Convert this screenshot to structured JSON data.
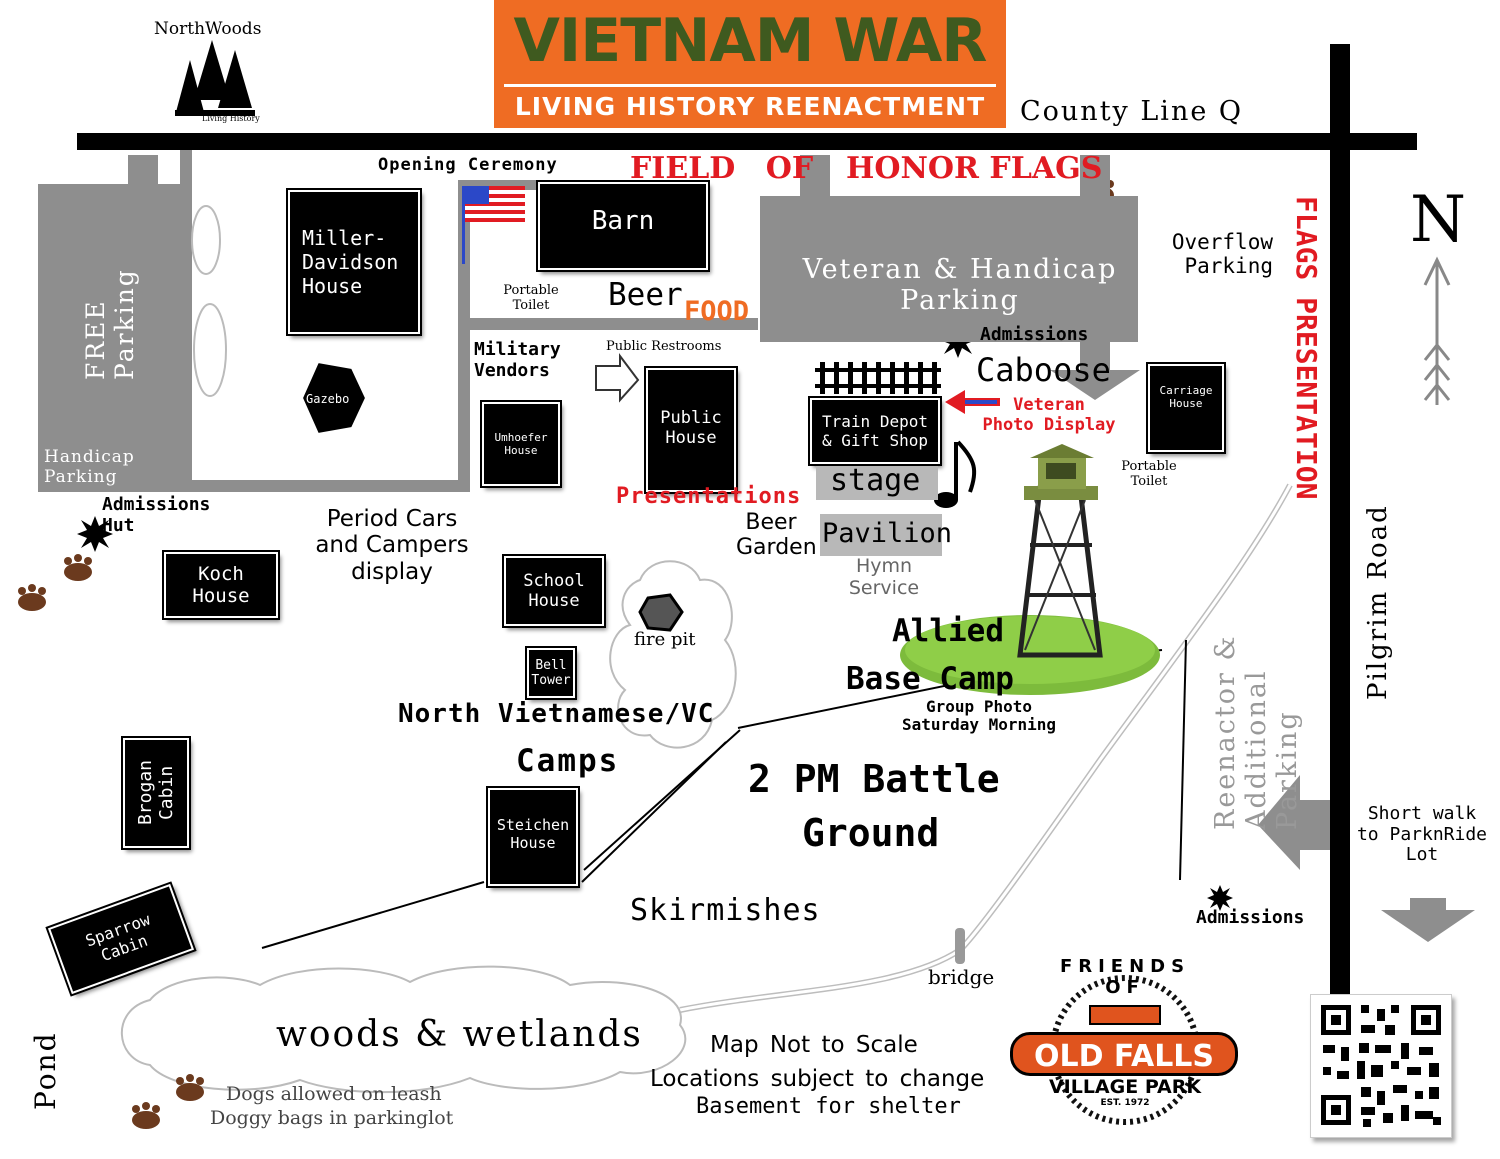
{
  "header": {
    "org_logo": "NorthWoods",
    "org_logo_sub": "Living History",
    "banner_title": "VIETNAM WAR",
    "banner_subtitle": "LIVING HISTORY REENACTMENT",
    "banner_color": "#ef6c23",
    "banner_title_color": "#3f5a1f"
  },
  "roads": {
    "county_line": "County Line Q",
    "pilgrim_road": "Pilgrim Road",
    "north": "N"
  },
  "parking": {
    "free_parking": "FREE Parking",
    "handicap_parking": "Handicap Parking",
    "veteran_parking": "Veteran & Handicap Parking",
    "overflow_parking": "Overflow Parking",
    "reenactor_parking": "Reenactor & Additional Parking",
    "short_walk": "Short walk to ParknRide Lot"
  },
  "buildings": {
    "miller_davidson": "Miller-\nDavidson\nHouse",
    "barn": "Barn",
    "gazebo": "Gazebo",
    "umhoefer": "Umhoefer\nHouse",
    "public_house": "Public\nHouse",
    "train_depot": "Train Depot\n& Gift Shop",
    "carriage_house": "Carriage\nHouse",
    "koch_house": "Koch\nHouse",
    "school_house": "School\nHouse",
    "bell_tower": "Bell\nTower",
    "brogan_cabin": "Brogan\nCabin",
    "steichen_house": "Steichen\nHouse",
    "sparrow_cabin": "Sparrow\nCabin"
  },
  "labels": {
    "opening_ceremony": "Opening Ceremony",
    "field_of": "FIELD OF",
    "honor_flags": "HONOR FLAGS",
    "flags_presentation": "FLAGS PRESENTATION",
    "portable_toilet_1": "Portable\nToilet",
    "portable_toilet_2": "Portable\nToilet",
    "beer": "Beer",
    "food": "FOOD",
    "admissions_1": "Admissions",
    "admissions_hut": "Admissions\nHut",
    "admissions_2": "Admissions",
    "military_vendors": "Military\nVendors",
    "public_restrooms": "Public Restrooms",
    "caboose": "Caboose",
    "veteran_photo": "Veteran\nPhoto Display",
    "stage": "stage",
    "presentations": "Presentations",
    "beer_garden": "Beer\nGarden",
    "pavilion": "Pavilion",
    "hymn_service": "Hymn\nService",
    "period_cars": "Period Cars\nand Campers\ndisplay",
    "fire_pit": "fire pit",
    "allied_1": "Allied",
    "allied_2": "Base Camp",
    "group_photo": "Group Photo\nSaturday Morning",
    "nv_camps_1": "North Vietnamese/VC",
    "nv_camps_2": "Camps",
    "battle_1": "2 PM Battle",
    "battle_2": "Ground",
    "skirmishes": "Skirmishes",
    "bridge": "bridge",
    "woods": "woods & wetlands",
    "dogs_1": "Dogs allowed on leash",
    "dogs_2": "Doggy bags in parkinglot",
    "pond": "Pond",
    "not_to_scale": "Map Not to Scale",
    "subject_change": "Locations subject to change",
    "basement_shelter": "Basement for shelter"
  },
  "park_logo": {
    "arc_text": "FRIENDS OF",
    "name": "OLD FALLS",
    "sub": "VILLAGE PARK",
    "est": "EST. 1972",
    "color": "#e0541e"
  },
  "colors": {
    "parking_gray": "#8e8e8e",
    "accent_red": "#e11b22",
    "paw_brown": "#6b3a1e",
    "grass_green": "#7dbb3c"
  }
}
